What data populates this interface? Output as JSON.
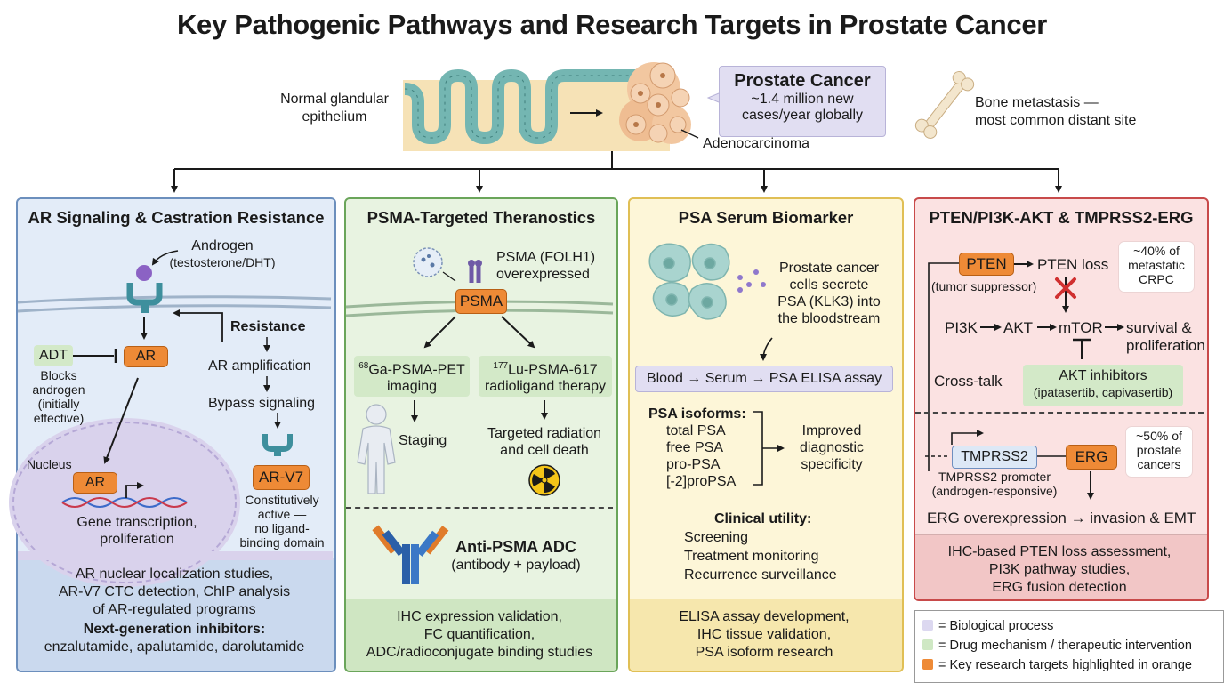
{
  "title": "Key Pathogenic Pathways and Research Targets in Prostate Cancer",
  "header": {
    "normal_epithelium": [
      "Normal glandular",
      "epithelium"
    ],
    "cancer_box_title": "Prostate Cancer",
    "cancer_box_lines": [
      "~1.4 million new",
      "cases/year globally"
    ],
    "adenocarcinoma": "Adenocarcinoma",
    "bone_lines": [
      "Bone metastasis —",
      "most common distant site"
    ]
  },
  "panel_ar": {
    "title": "AR Signaling & Castration Resistance",
    "androgen": "Androgen",
    "androgen_sub": "(testosterone/DHT)",
    "adt": "ADT",
    "ar": "AR",
    "adt_note": [
      "Blocks",
      "androgen",
      "(initially",
      "effective)"
    ],
    "resistance": "Resistance",
    "ar_amplification": "AR amplification",
    "bypass": "Bypass signaling",
    "arv7": "AR-V7",
    "arv7_note": [
      "Constitutively",
      "active —",
      "no ligand-",
      "binding domain"
    ],
    "nucleus": "Nucleus",
    "ar_nuclear": "AR",
    "gene_transcription": [
      "Gene transcription,",
      "proliferation"
    ],
    "footer_lines": [
      "AR nuclear localization studies,",
      "AR-V7 CTC detection, ChIP analysis",
      "of AR-regulated programs"
    ],
    "footer_bold": "Next-generation inhibitors:",
    "footer_drugs": "enzalutamide, apalutamide, darolutamide"
  },
  "panel_psma": {
    "title": "PSMA-Targeted Theranostics",
    "psma_folh1": [
      "PSMA (FOLH1)",
      "overexpressed"
    ],
    "psma": "PSMA",
    "ga_sup": "68",
    "ga_text": "Ga-PSMA-PET",
    "ga_text2": "imaging",
    "lu_sup": "177",
    "lu_text": "Lu-PSMA-617",
    "lu_text2": "radioligand therapy",
    "staging": "Staging",
    "targeted": [
      "Targeted radiation",
      "and cell death"
    ],
    "adc_title": "Anti-PSMA ADC",
    "adc_sub": "(antibody + payload)",
    "footer_lines": [
      "IHC expression validation,",
      "FC quantification,",
      "ADC/radioconjugate binding studies"
    ]
  },
  "panel_psa": {
    "title": "PSA Serum Biomarker",
    "secrete": [
      "Prostate cancer",
      "cells secrete",
      "PSA (KLK3) into",
      "the bloodstream"
    ],
    "assay": "Blood → Serum → PSA ELISA assay",
    "isoforms_title": "PSA isoforms:",
    "isoforms": [
      "total PSA",
      "free PSA",
      "pro-PSA",
      "[-2]proPSA"
    ],
    "improved": [
      "Improved",
      "diagnostic",
      "specificity"
    ],
    "utility_title": "Clinical utility:",
    "utility": [
      "Screening",
      "Treatment monitoring",
      "Recurrence surveillance"
    ],
    "footer_lines": [
      "ELISA assay development,",
      "IHC tissue validation,",
      "PSA isoform research"
    ]
  },
  "panel_pten": {
    "title": "PTEN/PI3K-AKT & TMPRSS2-ERG",
    "pten": "PTEN",
    "pten_loss": "PTEN loss",
    "tumor_suppressor": "(tumor suppressor)",
    "note_40": [
      "~40% of",
      "metastatic",
      "CRPC"
    ],
    "pi3k": "PI3K",
    "akt": "AKT",
    "mtor": "mTOR",
    "survival": [
      "survival &",
      "proliferation"
    ],
    "cross_talk": "Cross-talk",
    "akt_inhibitors": "AKT inhibitors",
    "akt_drugs": "(ipatasertib, capivasertib)",
    "tmprss2": "TMPRSS2",
    "erg": "ERG",
    "note_50": [
      "~50% of",
      "prostate",
      "cancers"
    ],
    "promoter": [
      "TMPRSS2 promoter",
      "(androgen-responsive)"
    ],
    "erg_over": "ERG overexpression → invasion & EMT",
    "footer_lines": [
      "IHC-based PTEN loss assessment,",
      "PI3K pathway studies,",
      "ERG fusion detection"
    ]
  },
  "legend": [
    {
      "label": "= Biological process",
      "color": "#dcd8f0"
    },
    {
      "label": "= Drug mechanism / therapeutic intervention",
      "color": "#cfe8c4"
    },
    {
      "label": "= Key research targets highlighted in orange",
      "color": "#ee8a36"
    }
  ],
  "colors": {
    "ar_panel_bg": "#e3ecf8",
    "ar_panel_border": "#6c8fbd",
    "ar_footer": "#cad9ee",
    "psma_panel_bg": "#e8f3e1",
    "psma_panel_border": "#6aa55a",
    "psma_footer": "#cfe6c2",
    "psa_panel_bg": "#fdf6d8",
    "psa_panel_border": "#e0bf55",
    "psa_footer": "#f6e7ad",
    "pten_panel_bg": "#fbe2e2",
    "pten_panel_border": "#c84a4a",
    "pten_footer": "#f2c6c6",
    "orange": "#ee8a36",
    "green": "#d3e9c8",
    "lavender": "#e1def2"
  },
  "icons": [
    "intestine-gland-illustration",
    "tumor-cells-illustration",
    "bone-icon",
    "receptor-icon",
    "androgen-molecule-icon",
    "dna-icon",
    "nucleus-illustration",
    "psma-receptor-icon",
    "cancer-cell-icon",
    "human-silhouette-icon",
    "radiation-icon",
    "antibody-icon",
    "cell-cluster-icon",
    "inhibition-x-icon",
    "promoter-arrow-icon"
  ]
}
